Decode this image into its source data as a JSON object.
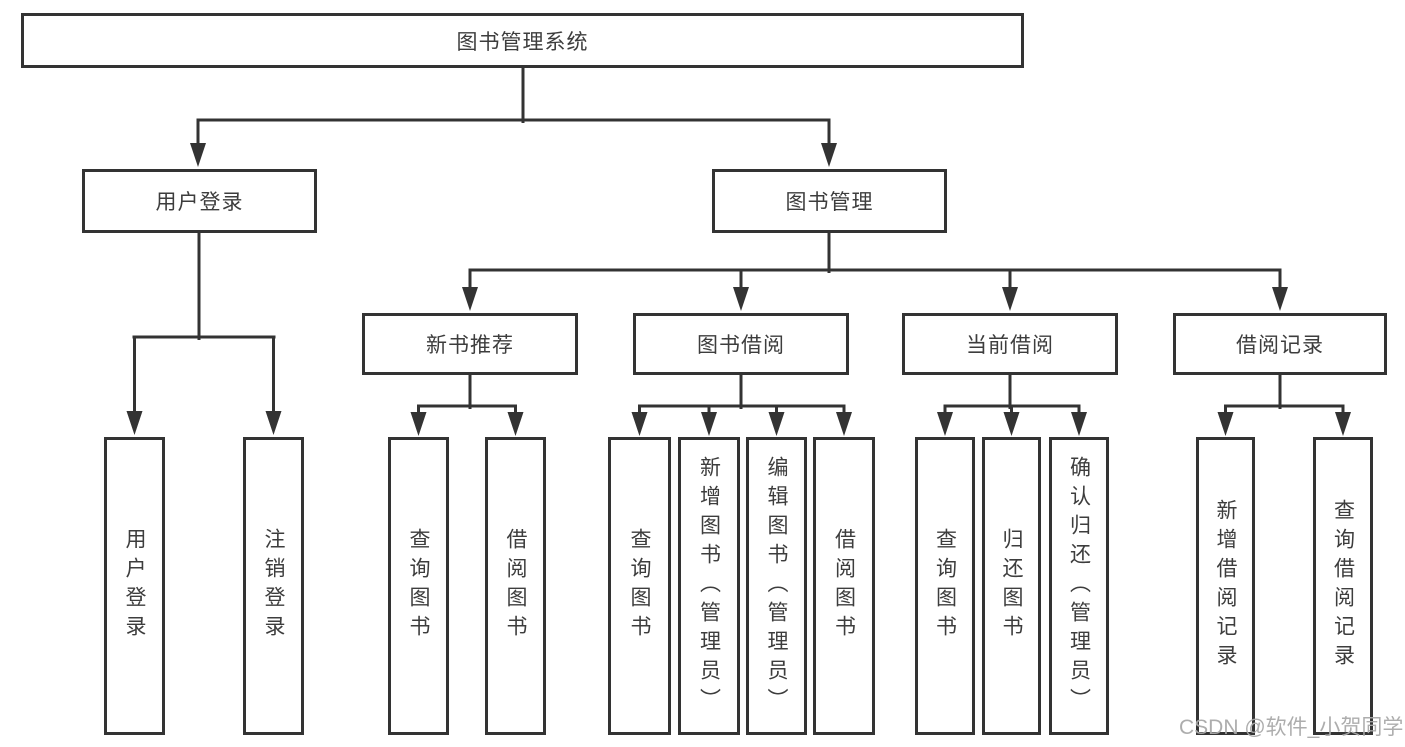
{
  "watermark": "CSDN @软件_小贺同学",
  "palette": {
    "line": "#333333",
    "text": "#3d3d3d",
    "watermark_text": "#a9a9a9",
    "background": "#ffffff"
  },
  "nodes": {
    "root": {
      "label": "图书管理系统"
    },
    "user_login": {
      "label": "用户登录",
      "children": [
        {
          "label": "用户登录"
        },
        {
          "label": "注销登录"
        }
      ]
    },
    "book_mgmt": {
      "label": "图书管理"
    },
    "new_book_rec": {
      "label": "新书推荐",
      "children": [
        {
          "label": "查询图书"
        },
        {
          "label": "借阅图书"
        }
      ]
    },
    "book_borrow": {
      "label": "图书借阅",
      "children": [
        {
          "label": "查询图书"
        },
        {
          "label": "新增图书（管理员）"
        },
        {
          "label": "编辑图书（管理员）"
        },
        {
          "label": "借阅图书"
        }
      ]
    },
    "current_borrow": {
      "label": "当前借阅",
      "children": [
        {
          "label": "查询图书"
        },
        {
          "label": "归还图书"
        },
        {
          "label": "确认归还（管理员）"
        }
      ]
    },
    "borrow_records": {
      "label": "借阅记录",
      "children": [
        {
          "label": "新增借阅记录"
        },
        {
          "label": "查询借阅记录"
        }
      ]
    }
  }
}
